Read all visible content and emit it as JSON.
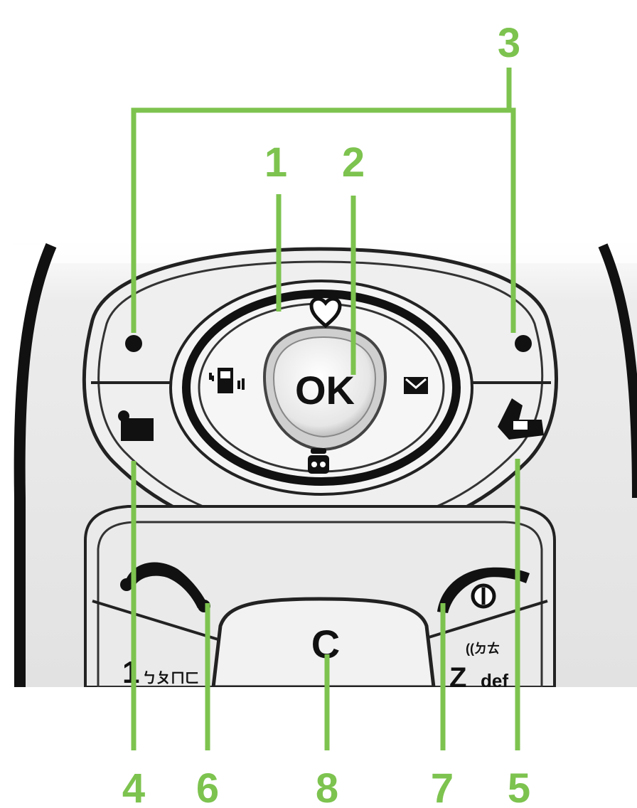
{
  "colors": {
    "callout": "#7dc34f",
    "body_outline": "#111111",
    "body_fill": "#eeeeee"
  },
  "keys": {
    "ok_label": "OK",
    "clear_label": "C",
    "key1_digit": "1",
    "key1_letters": "ㄅㄆㄇㄈ",
    "key3_letters": "((ㄉㄊ",
    "key3_digit": "Z",
    "key3_sub": "def"
  },
  "icons": {
    "up": "heart-icon",
    "down": "phonebook-icon",
    "left": "vibrate-icon",
    "right": "message-envelope-icon",
    "left_soft": "folder-icon",
    "right_soft": "hand-icon",
    "send": "send-call-icon",
    "end": "end-power-icon"
  },
  "callouts": [
    {
      "id": "1",
      "label": "1"
    },
    {
      "id": "2",
      "label": "2"
    },
    {
      "id": "3",
      "label": "3"
    },
    {
      "id": "4",
      "label": "4"
    },
    {
      "id": "5",
      "label": "5"
    },
    {
      "id": "6",
      "label": "6"
    },
    {
      "id": "7",
      "label": "7"
    },
    {
      "id": "8",
      "label": "8"
    }
  ]
}
